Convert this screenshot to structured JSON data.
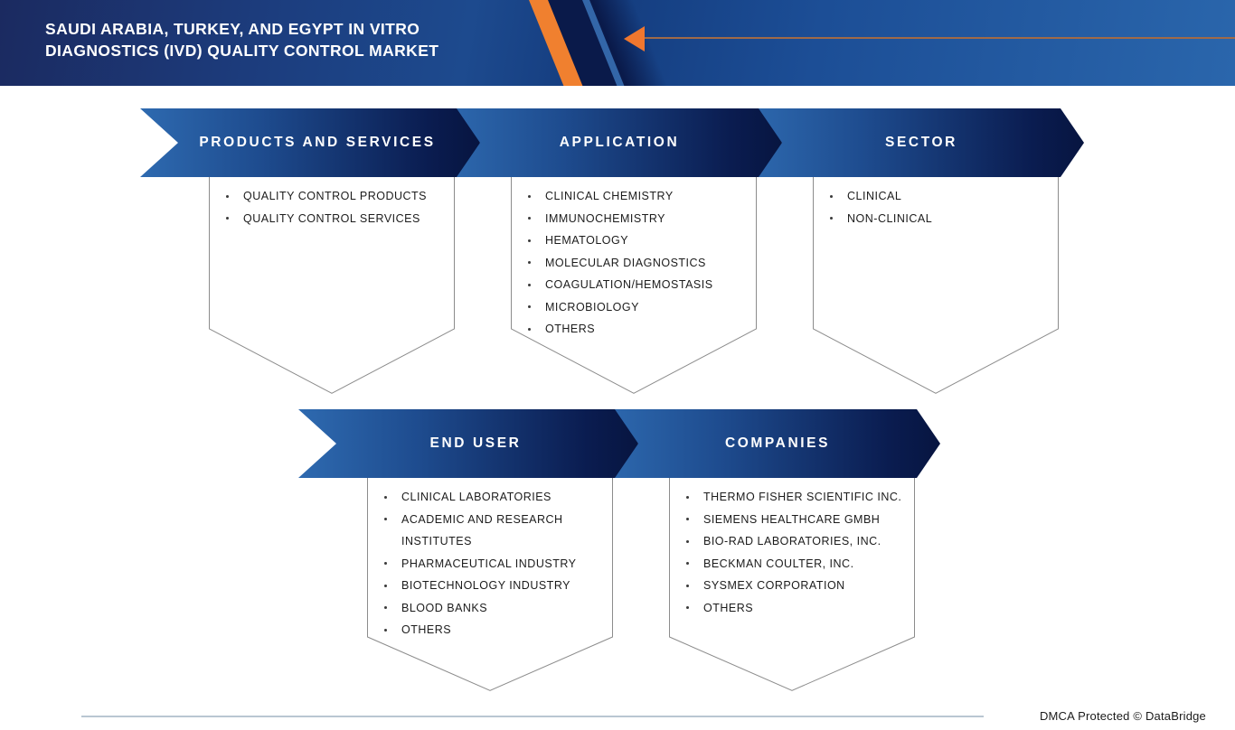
{
  "header": {
    "title_line1": "SAUDI ARABIA, TURKEY, AND EGYPT IN VITRO",
    "title_line2": "DIAGNOSTICS (IVD) QUALITY CONTROL MARKET"
  },
  "segments": [
    {
      "id": "products-and-services",
      "label": "PRODUCTS AND SERVICES",
      "items": [
        "QUALITY CONTROL PRODUCTS",
        "QUALITY CONTROL SERVICES"
      ]
    },
    {
      "id": "application",
      "label": "APPLICATION",
      "items": [
        "CLINICAL CHEMISTRY",
        "IMMUNOCHEMISTRY",
        "HEMATOLOGY",
        "MOLECULAR DIAGNOSTICS",
        "COAGULATION/HEMOSTASIS",
        "MICROBIOLOGY",
        "OTHERS"
      ]
    },
    {
      "id": "sector",
      "label": "SECTOR",
      "items": [
        "CLINICAL",
        "NON-CLINICAL"
      ]
    },
    {
      "id": "end-user",
      "label": "END USER",
      "items": [
        "CLINICAL LABORATORIES",
        "ACADEMIC AND RESEARCH INSTITUTES",
        "PHARMACEUTICAL INDUSTRY",
        "BIOTECHNOLOGY INDUSTRY",
        "BLOOD BANKS",
        "OTHERS"
      ]
    },
    {
      "id": "companies",
      "label": "COMPANIES",
      "items": [
        "THERMO FISHER SCIENTIFIC INC.",
        "SIEMENS HEALTHCARE GMBH",
        "BIO-RAD LABORATORIES, INC.",
        "BECKMAN COULTER, INC.",
        "SYSMEX CORPORATION",
        "OTHERS"
      ]
    }
  ],
  "footer": {
    "dmca_text": "DMCA Protected © DataBridge"
  },
  "colors": {
    "banner_gradient_start": "#2E6AB0",
    "banner_gradient_end": "#081B4B",
    "accent_orange": "#F0772E",
    "header_navy": "#0A1A4A",
    "box_border": "#8C8C8C",
    "list_text": "#1C1C1C",
    "footer_line": "#B9C6D2"
  }
}
